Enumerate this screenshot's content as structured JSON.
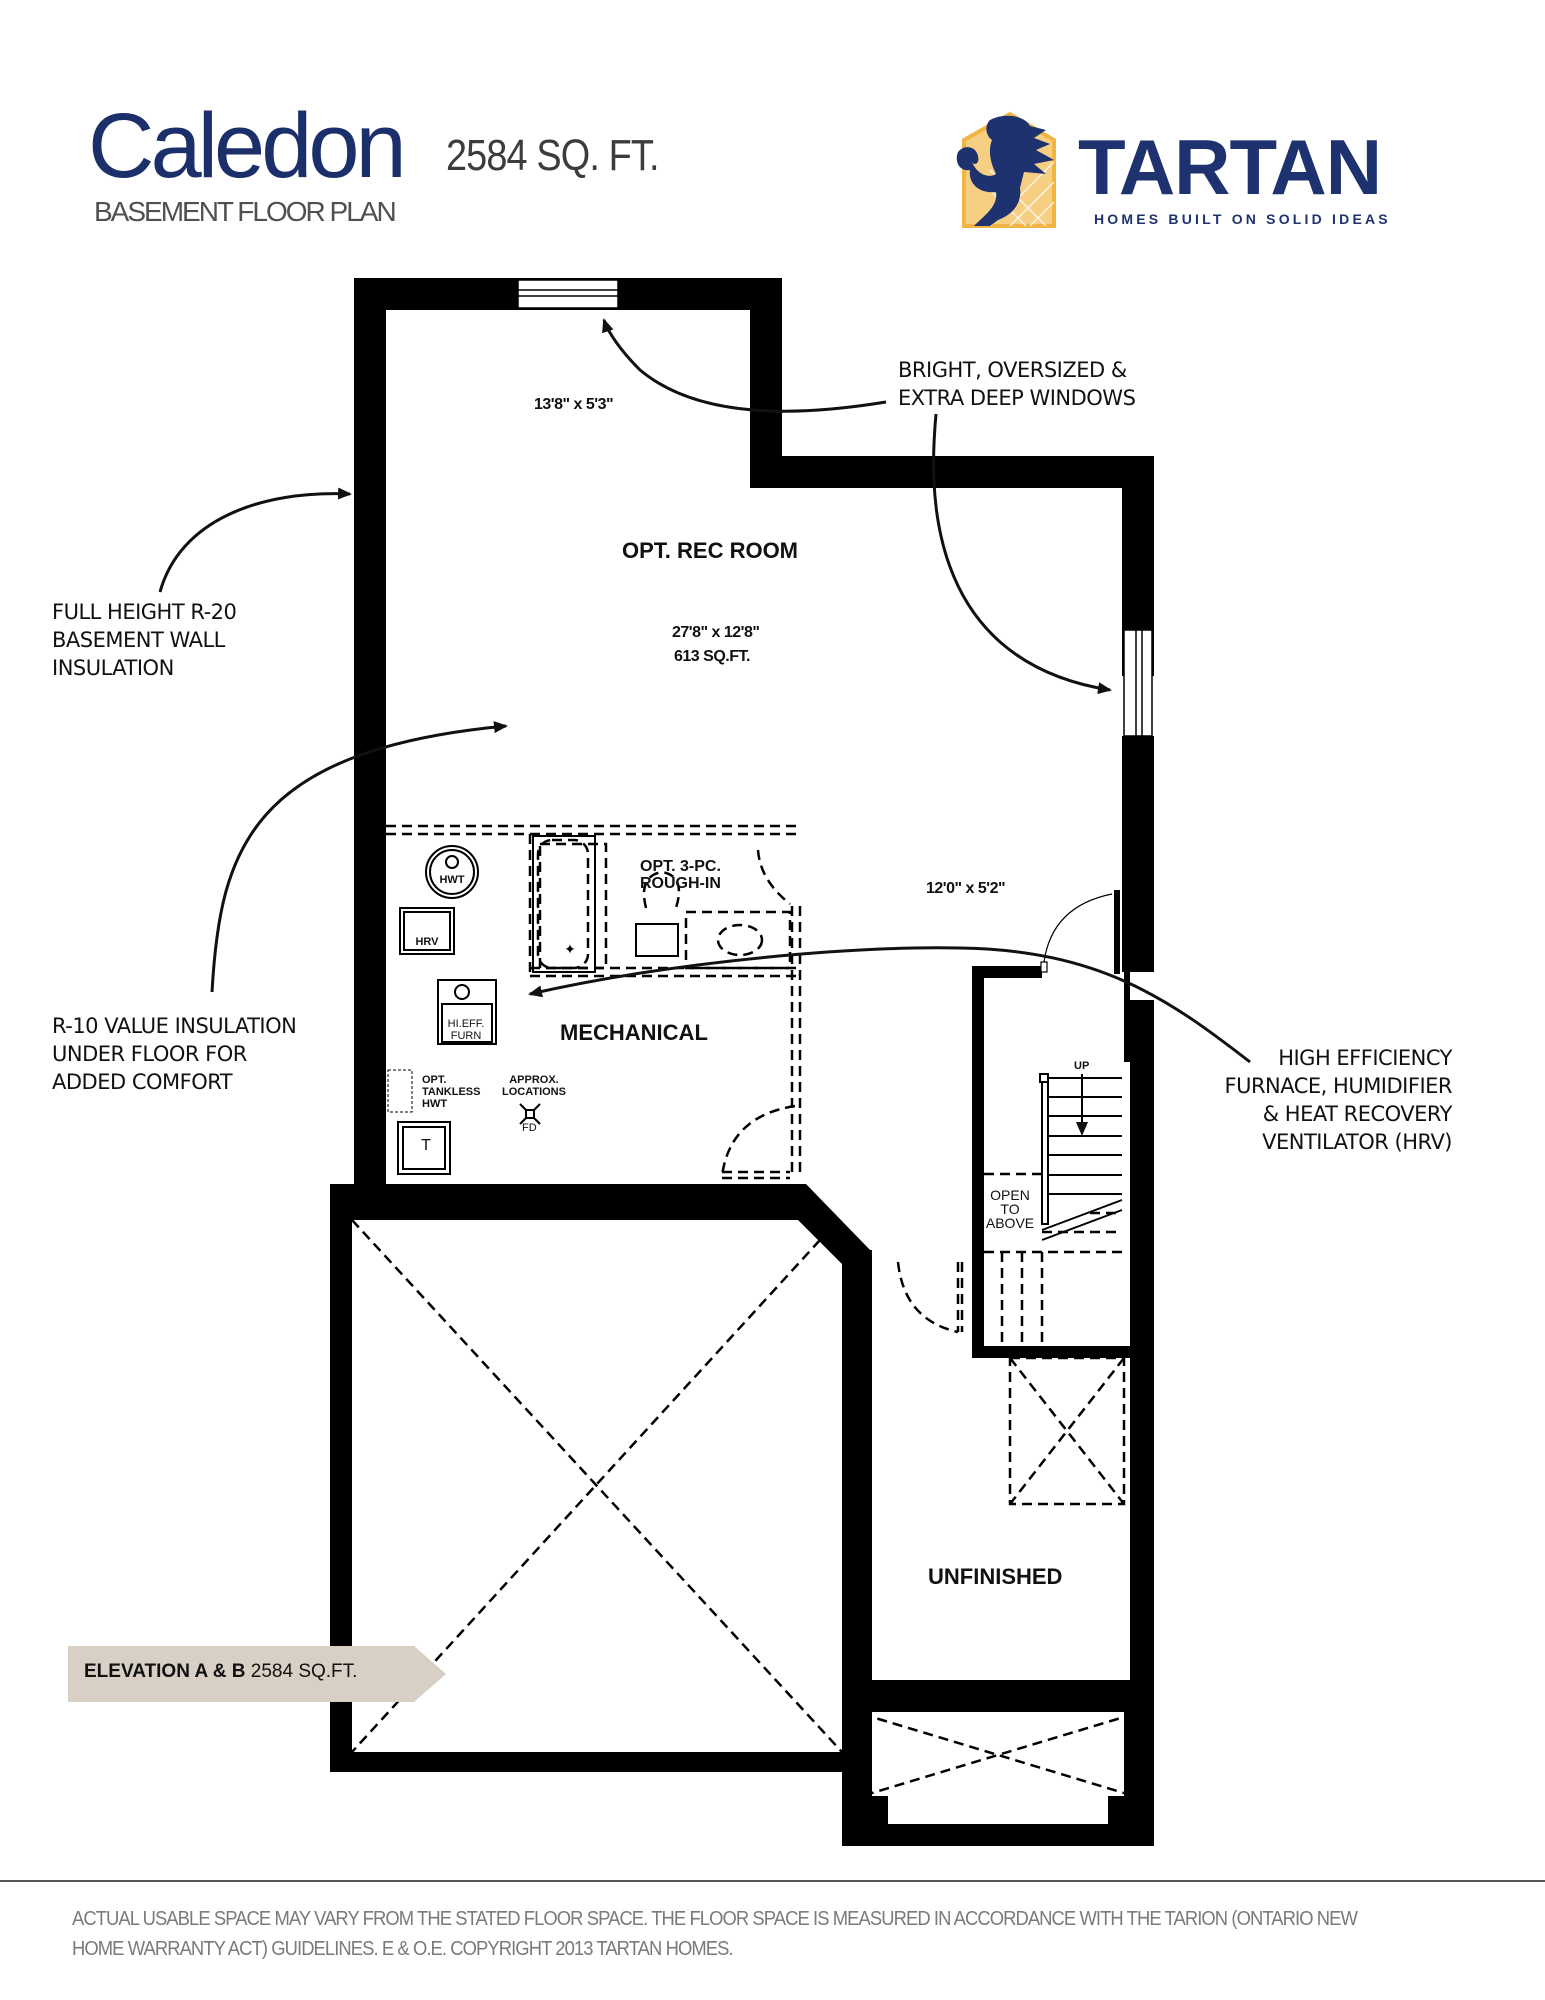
{
  "header": {
    "model_name": "Caledon",
    "model_sqft": "2584 SQ. FT.",
    "plan_type": "BASEMENT FLOOR PLAN"
  },
  "brand": {
    "wordmark": "TARTAN",
    "tagline": "HOMES BUILT ON SOLID IDEAS",
    "colors": {
      "navy": "#1e3270",
      "gold": "#f2b544"
    },
    "icon": "lion-rampant-icon"
  },
  "rooms": {
    "rec_room": {
      "label": "OPT. REC ROOM",
      "dimensions": "27'8\" x 12'8\"",
      "area": "613 SQ.FT."
    },
    "rec_room_alcove": {
      "dimensions": "13'8\" x 5'3\""
    },
    "hall": {
      "dimensions": "12'0\" x 5'2\""
    },
    "bathroom": {
      "label": "OPT. 3-PC. ROUGH-IN"
    },
    "mechanical": {
      "label": "MECHANICAL"
    },
    "unfinished": {
      "label": "UNFINISHED"
    },
    "stair": {
      "up_label": "UP",
      "open_label": [
        "OPEN",
        "TO",
        "ABOVE"
      ]
    }
  },
  "equipment": {
    "hwt": "HWT",
    "hrv": "HRV",
    "furnace": [
      "HI.EFF.",
      "FURN"
    ],
    "tankless": [
      "OPT.",
      "TANKLESS",
      "HWT"
    ],
    "approx": [
      "APPROX.",
      "LOCATIONS"
    ],
    "floor_drain": "FD",
    "t_box": "T"
  },
  "callouts": {
    "windows": [
      "BRIGHT, OVERSIZED &",
      "EXTRA DEEP WINDOWS"
    ],
    "wall_insulation": [
      "FULL HEIGHT R-20",
      "BASEMENT WALL",
      "INSULATION"
    ],
    "floor_insulation": [
      "R-10 VALUE INSULATION",
      "UNDER FLOOR FOR",
      "ADDED COMFORT"
    ],
    "hvac": [
      "HIGH EFFICIENCY",
      "FURNACE, HUMIDIFIER",
      "& HEAT RECOVERY",
      "VENTILATOR (HRV)"
    ]
  },
  "elevation_tag": {
    "bold": "ELEVATION A & B",
    "rest": "2584 SQ.FT.",
    "color": "#d8d0c4"
  },
  "footer": {
    "disclaimer": "ACTUAL USABLE SPACE MAY VARY FROM THE STATED FLOOR SPACE. THE FLOOR SPACE IS MEASURED IN ACCORDANCE WITH THE TARION (ONTARIO NEW HOME WARRANTY ACT) GUIDELINES. E & O.E. COPYRIGHT 2013 TARTAN HOMES."
  }
}
